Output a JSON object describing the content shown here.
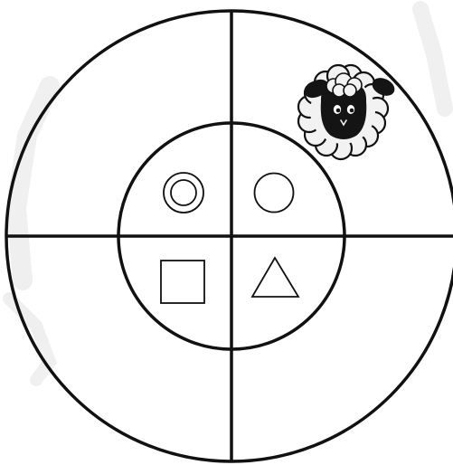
{
  "board": {
    "ring_colors": {
      "line": "#111111",
      "background": "#ffffff",
      "watermark": "#e6e6e6"
    },
    "inner_shapes": [
      {
        "quadrant": "top-left",
        "shape": "double-circle"
      },
      {
        "quadrant": "top-right",
        "shape": "circle"
      },
      {
        "quadrant": "bottom-left",
        "shape": "square"
      },
      {
        "quadrant": "bottom-right",
        "shape": "triangle"
      }
    ],
    "token": {
      "name": "sheep-token",
      "location": "outer-ring-top-right",
      "colors": {
        "wool": "#f2f2f2",
        "face": "#141414",
        "outline": "#111111"
      }
    }
  }
}
